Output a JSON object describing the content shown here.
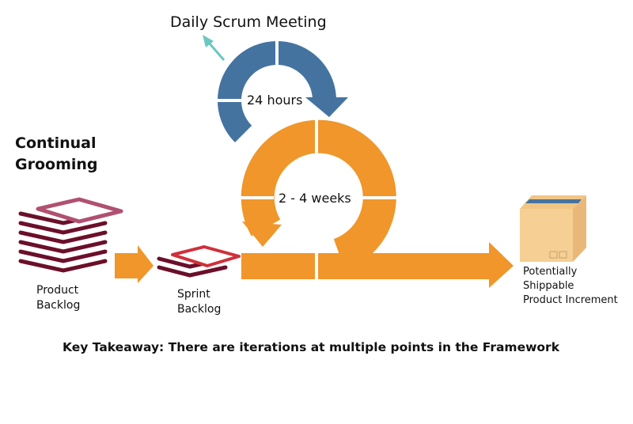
{
  "daily_scrum": {
    "label": "Daily Scrum Meeting",
    "cycle": "24 hours"
  },
  "sprint": {
    "cycle": "2 - 4 weeks"
  },
  "grooming": {
    "line1": "Continual",
    "line2": "Grooming"
  },
  "product_backlog": {
    "line1": "Product",
    "line2": "Backlog"
  },
  "sprint_backlog": {
    "line1": "Sprint",
    "line2": "Backlog"
  },
  "increment": {
    "line1": "Potentially",
    "line2": "Shippable",
    "line3": "Product Increment"
  },
  "takeaway": "Key Takeaway: There are iterations at multiple points in the Framework",
  "colors": {
    "blue": "#4573a0",
    "orange": "#f0962a",
    "teal": "#6cc7c0",
    "maroon": "#6b0f2a",
    "pink": "#b05070",
    "red": "#d0303a"
  }
}
